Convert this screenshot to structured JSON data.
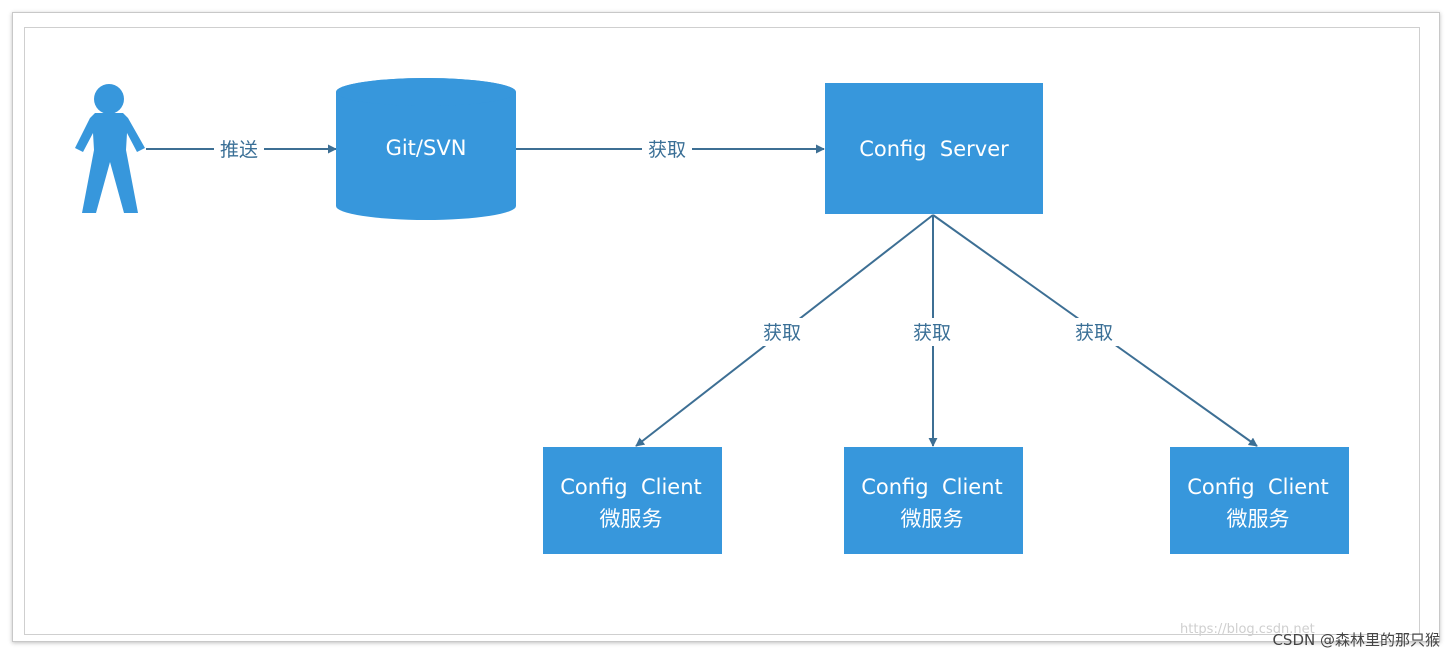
{
  "colors": {
    "node_fill": "#3797dc",
    "edge_stroke": "#3d6f94",
    "label_text": "#3a6f96"
  },
  "nodes": {
    "user": {
      "icon": "person-icon"
    },
    "repository": {
      "label": "Git/SVN",
      "shape": "cylinder"
    },
    "config_server": {
      "label": "Config  Server"
    },
    "clients": [
      {
        "title": "Config  Client",
        "subtitle": "微服务"
      },
      {
        "title": "Config  Client",
        "subtitle": "微服务"
      },
      {
        "title": "Config  Client",
        "subtitle": "微服务"
      }
    ]
  },
  "edges": [
    {
      "from": "user",
      "to": "repository",
      "label": "推送"
    },
    {
      "from": "repository",
      "to": "config_server",
      "label": "获取"
    },
    {
      "from": "config_server",
      "to": "client_1",
      "label": "获取"
    },
    {
      "from": "config_server",
      "to": "client_2",
      "label": "获取"
    },
    {
      "from": "config_server",
      "to": "client_3",
      "label": "获取"
    }
  ],
  "watermark": {
    "text": "CSDN @森林里的那只猴",
    "faint_url": "https://blog.csdn.net"
  }
}
